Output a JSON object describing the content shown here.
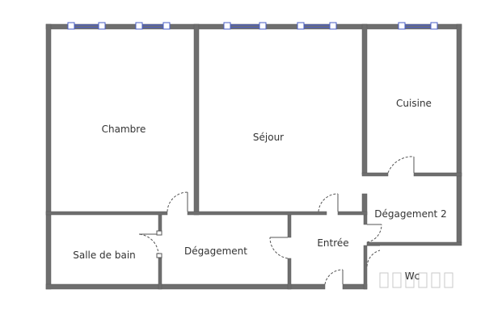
{
  "plan": {
    "rooms": {
      "chambre": "Chambre",
      "sejour": "Séjour",
      "cuisine": "Cuisine",
      "degagement2": "Dégagement 2",
      "salle_de_bain": "Salle de bain",
      "degagement": "Dégagement",
      "entree": "Entrée",
      "wc": "Wc"
    },
    "colors": {
      "wall": "#6e6e6e",
      "wall_stroke": "#5a5a5a",
      "window": "#4a5fc8",
      "door": "#555555",
      "text": "#333333"
    }
  }
}
